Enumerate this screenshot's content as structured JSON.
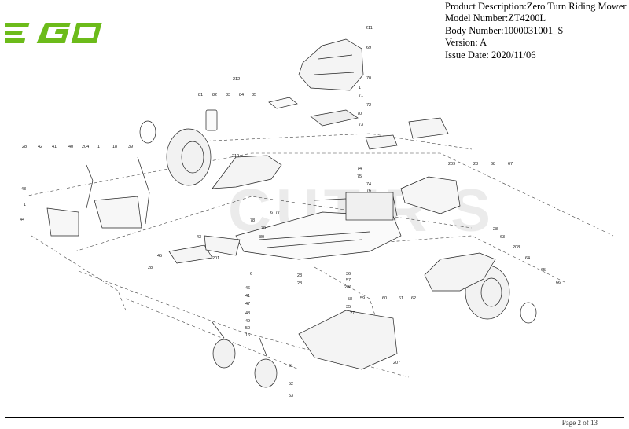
{
  "brand": {
    "logo_text": "EGO",
    "logo_color": "#6cbb1a"
  },
  "info": {
    "product": "Product Description:Zero Turn Riding Mower",
    "model": "Model Number:ZT4200L",
    "body": "Body Number:1000031001_S",
    "version": "Version: A",
    "issue_date": "Issue Date: 2020/11/06"
  },
  "watermark": "CUT'R'S",
  "callouts": [
    "211",
    "69",
    "70",
    "1",
    "71",
    "72",
    "70",
    "73",
    "212",
    "81",
    "82",
    "83",
    "84",
    "85",
    "28",
    "42",
    "41",
    "40",
    "204",
    "1",
    "18",
    "39",
    "43",
    "1",
    "44",
    "210",
    "74",
    "75",
    "74",
    "76",
    "209",
    "28",
    "68",
    "67",
    "77",
    "78",
    "79",
    "6",
    "80",
    "28",
    "63",
    "208",
    "64",
    "65",
    "66",
    "43",
    "45",
    "28",
    "201",
    "6",
    "28",
    "36",
    "28",
    "57",
    "206",
    "58",
    "35",
    "41",
    "46",
    "47",
    "48",
    "49",
    "50",
    "16",
    "51",
    "52",
    "53",
    "207",
    "59",
    "60",
    "61",
    "62",
    "27"
  ],
  "footer": {
    "page": "Page 2 of 13"
  }
}
